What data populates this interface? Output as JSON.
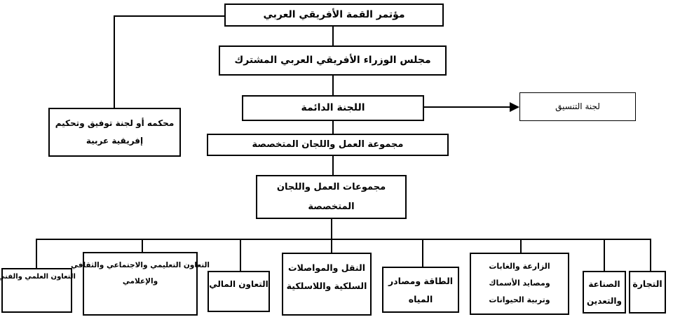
{
  "diagram": {
    "type": "org-chart",
    "language": "Arabic",
    "text_direction": "rtl",
    "colors": {
      "background": "#ffffff",
      "border": "#000000",
      "text": "#000000"
    },
    "nodes": {
      "summit": {
        "label": "مؤتمر القمة الأفريقي العربي"
      },
      "council": {
        "label": "مجلس الوزراء الأفريقي العربي المشترك"
      },
      "standing_committee": {
        "label": "اللجنة الدائمة"
      },
      "coordination_committee": {
        "label": "لجنة التنسيق"
      },
      "arbitration_court": {
        "line1": "محكمه أو لجنة توفيق وتحكيم",
        "line2": "إفريقية عربية"
      },
      "working_group": {
        "label": "مجموعة العمل واللجان المتخصصة"
      },
      "working_groups": {
        "line1": "مجموعات العمل واللجان",
        "line2": "المتخصصة"
      },
      "committees": {
        "scientific": {
          "line1": "التعاون العلمي والفني"
        },
        "education": {
          "line1": "التعاون التعليمي والاجتماعي والثقافي",
          "line2": "والإعلامي"
        },
        "financial": {
          "line1": "التعاون المالي"
        },
        "transport": {
          "line1": "النقل والمواصلات",
          "line2": "السلكية واللاسلكية"
        },
        "energy": {
          "line1": "الطاقة ومصادر",
          "line2": "المياه"
        },
        "agriculture": {
          "line1": "الزارعة والغابات",
          "line2": "ومصايد الأسماك",
          "line3": "وتربية الحيوانات"
        },
        "industry": {
          "line1": "الصناعة",
          "line2": "والتعدين"
        },
        "trade": {
          "line1": "التجارة"
        }
      }
    }
  }
}
